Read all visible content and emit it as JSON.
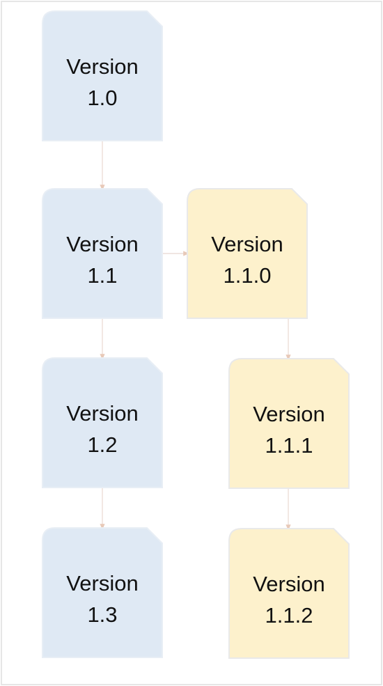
{
  "colors": {
    "main_branch_fill": "#dfe9f4",
    "main_branch_stroke": "#e8eef5",
    "side_branch_fill": "#fdf1cc",
    "side_branch_stroke": "#e9e9e9",
    "connector": "#e8d8d0"
  },
  "nodes": [
    {
      "id": "v1_0",
      "line1": "Version",
      "line2": "1.0",
      "branch": "main"
    },
    {
      "id": "v1_1",
      "line1": "Version",
      "line2": "1.1",
      "branch": "main"
    },
    {
      "id": "v1_2",
      "line1": "Version",
      "line2": "1.2",
      "branch": "main"
    },
    {
      "id": "v1_3",
      "line1": "Version",
      "line2": "1.3",
      "branch": "main"
    },
    {
      "id": "v1_1_0",
      "line1": "Version",
      "line2": "1.1.0",
      "branch": "side"
    },
    {
      "id": "v1_1_1",
      "line1": "Version",
      "line2": "1.1.1",
      "branch": "side"
    },
    {
      "id": "v1_1_2",
      "line1": "Version",
      "line2": "1.1.2",
      "branch": "side"
    }
  ],
  "edges": [
    {
      "from": "v1_0",
      "to": "v1_1"
    },
    {
      "from": "v1_1",
      "to": "v1_2"
    },
    {
      "from": "v1_2",
      "to": "v1_3"
    },
    {
      "from": "v1_1",
      "to": "v1_1_0"
    },
    {
      "from": "v1_1_0",
      "to": "v1_1_1"
    },
    {
      "from": "v1_1_1",
      "to": "v1_1_2"
    }
  ]
}
